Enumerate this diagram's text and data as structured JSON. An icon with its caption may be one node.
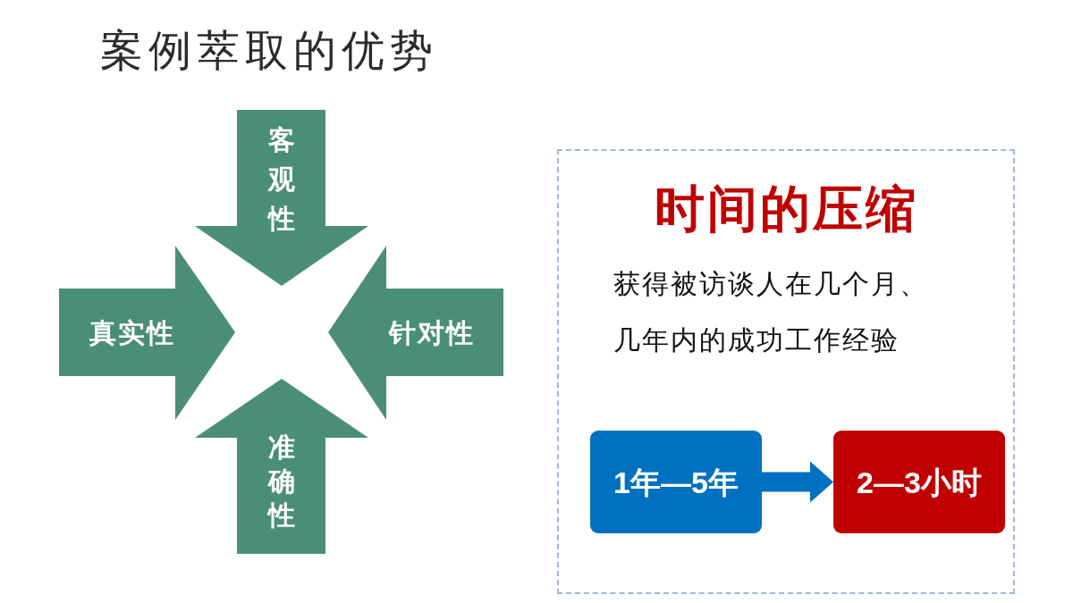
{
  "diagram": {
    "title": "案例萃取的优势",
    "nodes": [
      {
        "text": [
          "客观性"
        ]
      },
      {
        "text": [
          "真实性"
        ]
      },
      {
        "text": [
          "针对性"
        ]
      },
      {
        "text": [
          "准确性"
        ]
      },
      {
        "text": [
          "时间的压缩",
          "获得被访谈人在几个月、几年内的成功工作经验"
        ]
      },
      {
        "text": [
          "1年—5年"
        ],
        "in": 4
      },
      {
        "text": [
          "2—3小时"
        ],
        "in": 4
      }
    ],
    "edges": [
      {
        "from": 5,
        "to": 6,
        "arrow": "to"
      }
    ]
  }
}
